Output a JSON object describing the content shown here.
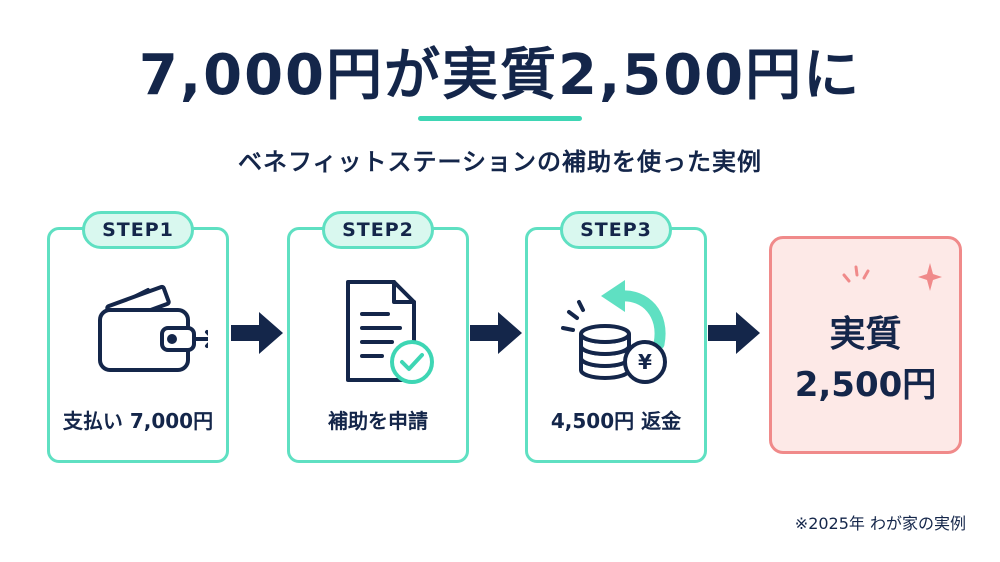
{
  "title": "7,000円が実質2,500円に",
  "subtitle": "ベネフィットステーションの補助を使った実例",
  "steps": [
    {
      "badge": "STEP1",
      "label": "支払い 7,000円",
      "icon": "wallet-icon"
    },
    {
      "badge": "STEP2",
      "label": "補助を申請",
      "icon": "document-check-icon"
    },
    {
      "badge": "STEP3",
      "label": "4,500円 返金",
      "icon": "coins-refund-icon"
    }
  ],
  "result": {
    "line1": "実質",
    "line2": "2,500円"
  },
  "footnote": "※2025年 わが家の実例",
  "colors": {
    "navy": "#14264a",
    "mint": "#5fe0c2",
    "mint_light": "#d9f8ef",
    "coral": "#f08a8a",
    "pink_bg": "#fde9e7"
  }
}
